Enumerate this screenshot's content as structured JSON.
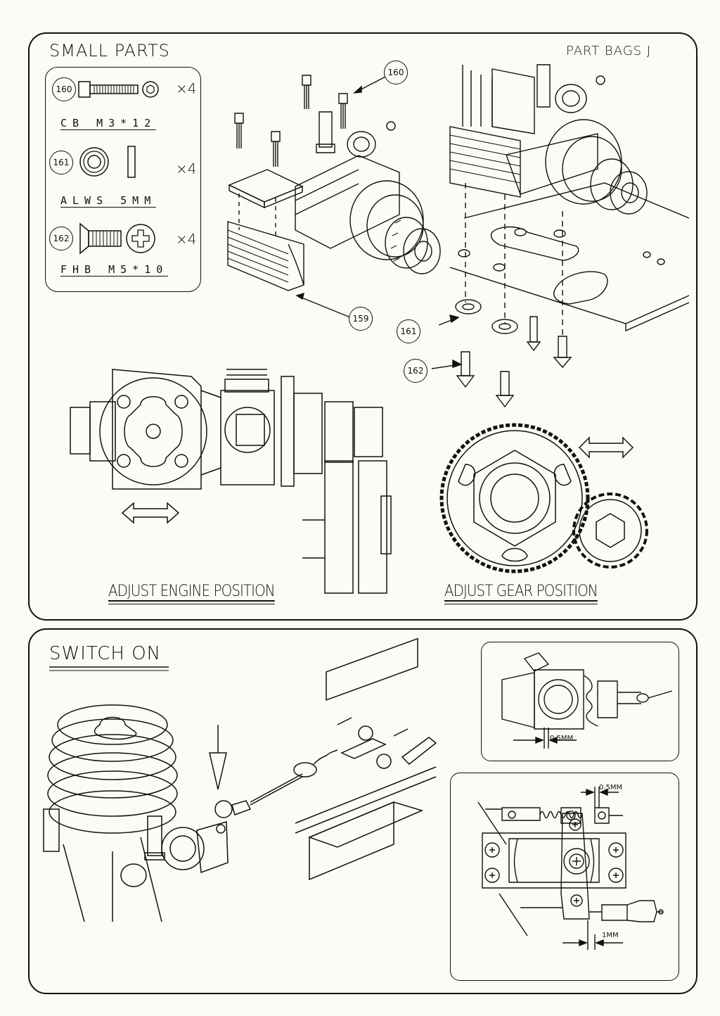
{
  "top_section": {
    "title": "SMALL PARTS",
    "part_bags": "PART BAGS J",
    "parts": [
      {
        "number": "160",
        "spec": "CB M3*12",
        "qty": "×4",
        "icon": "cap-bolt-icon"
      },
      {
        "number": "161",
        "spec": "ALWS 5MM",
        "qty": "×4",
        "icon": "washer-icon"
      },
      {
        "number": "162",
        "spec": "FHB M5*10",
        "qty": "×4",
        "icon": "flat-head-bolt-icon"
      }
    ],
    "callouts": [
      "160",
      "159",
      "161",
      "162"
    ],
    "captions": {
      "engine": "ADJUST ENGINE POSITION",
      "gear": "ADJUST GEAR POSITION"
    }
  },
  "bottom_section": {
    "title": "SWITCH ON",
    "dims": {
      "gap_top": "0.5MM",
      "gap_link": "0.5MM",
      "gap_bottom": "1MM"
    }
  }
}
